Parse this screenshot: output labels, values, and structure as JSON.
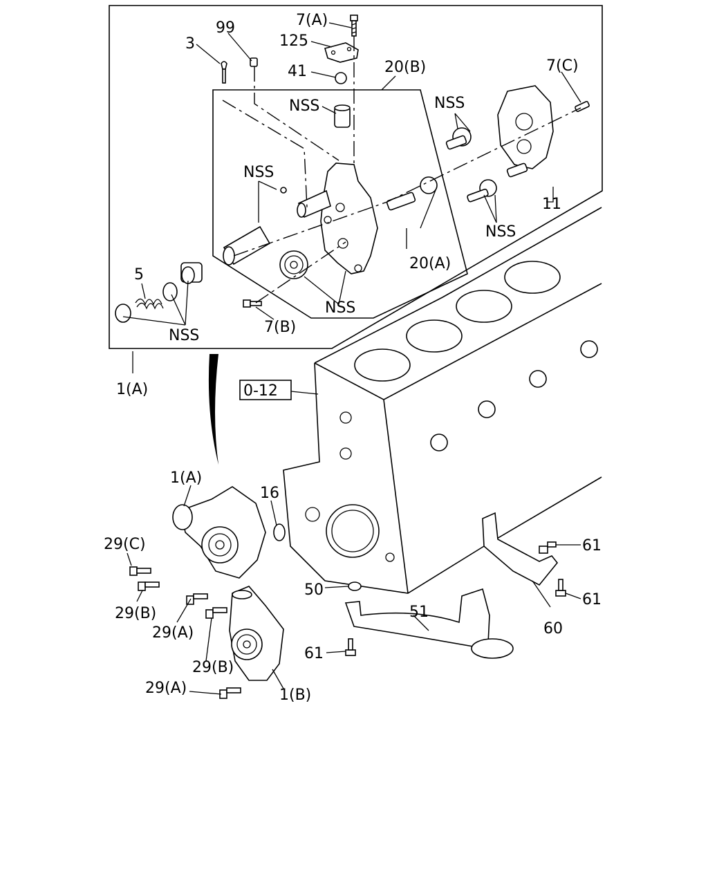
{
  "diagram": {
    "labels": {
      "bolt_7a": "7(A)",
      "plate_125": "125",
      "ball_41": "41",
      "plug_99": "99",
      "pin_3": "3",
      "assembly_20b": "20(B)",
      "bolt_7c": "7(C)",
      "nss_upper_left": "NSS",
      "nss_upper_right": "NSS",
      "nss_left": "NSS",
      "nss_right": "NSS",
      "nss_gear": "NSS",
      "nss_valve": "NSS",
      "spring_5": "5",
      "cover_11": "11",
      "assembly_20a": "20(A)",
      "bolt_7b": "7(B)",
      "pump_1a": "1(A)",
      "pump_1a_exploded": "1(A)",
      "ref_box": "0-12",
      "oring_16": "16",
      "bolt_29c": "29(C)",
      "bolt_29b_top": "29(B)",
      "bolt_29a_top": "29(A)",
      "bolt_29b_bottom": "29(B)",
      "bolt_29a_bottom": "29(A)",
      "pump_1b": "1(B)",
      "gasket_50": "50",
      "strainer_51": "51",
      "bolt_61_left": "61",
      "bolt_61_right_top": "61",
      "bolt_61_right_bottom": "61",
      "bracket_60": "60"
    }
  }
}
